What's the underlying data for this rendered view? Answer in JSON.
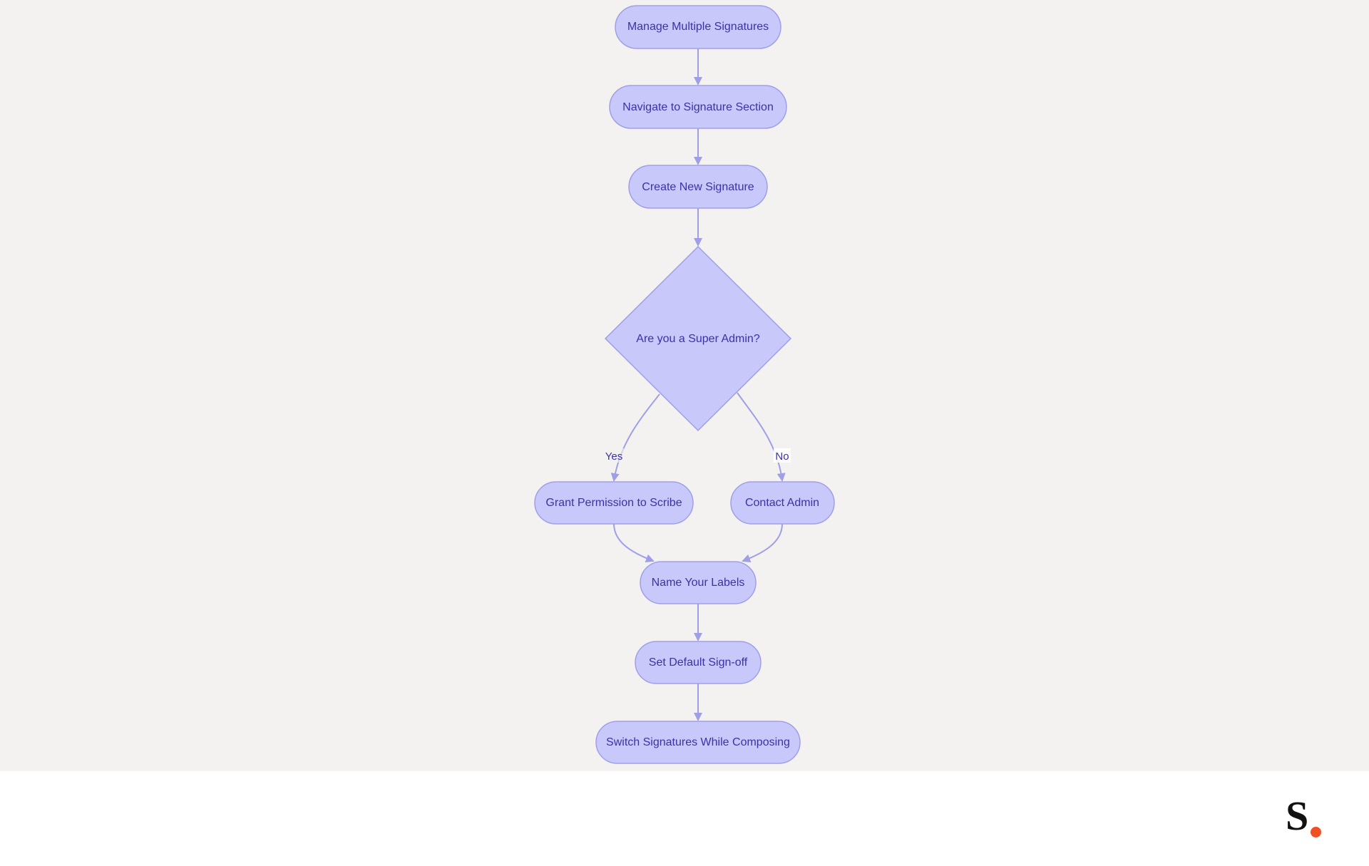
{
  "colors": {
    "node_fill": "#c8c8fb",
    "node_stroke": "#9f9fe8",
    "edge": "#9f9fe8",
    "text": "#3b32a8",
    "canvas": "#f3f2f1",
    "logo_dot": "#f04e23"
  },
  "nodes": {
    "manage": "Manage Multiple Signatures",
    "navigate": "Navigate to Signature Section",
    "create": "Create New Signature",
    "decision": "Are you a Super Admin?",
    "grant": "Grant Permission to Scribe",
    "contact": "Contact Admin",
    "name_labels": "Name Your Labels",
    "default_signoff": "Set Default Sign-off",
    "switch": "Switch Signatures While Composing"
  },
  "edges": {
    "yes": "Yes",
    "no": "No"
  },
  "logo": {
    "letter": "S",
    "icon": "brand-logo-icon"
  }
}
